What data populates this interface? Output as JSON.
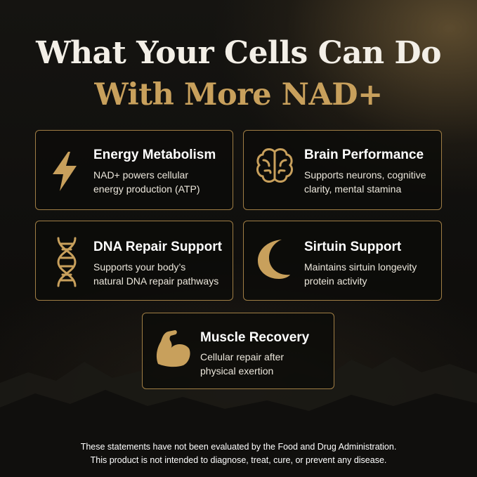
{
  "heading": {
    "line1": "What Your Cells Can Do",
    "line2": "With More NAD+"
  },
  "colors": {
    "gold": "#c8a05c",
    "border": "#a07e45",
    "text": "#ffffff"
  },
  "cards": [
    {
      "title": "Energy Metabolism",
      "line1": "NAD+ powers cellular",
      "line2": "energy production (ATP)",
      "icon": "lightning-bolt-icon"
    },
    {
      "title": "Brain Performance",
      "line1": "Supports neurons, cognitive",
      "line2": "clarity, mental stamina",
      "icon": "brain-icon"
    },
    {
      "title": "DNA Repair Support",
      "line1": "Supports your body’s",
      "line2": "natural DNA repair pathways",
      "icon": "dna-helix-icon"
    },
    {
      "title": "Sirtuin Support",
      "line1": "Maintains sirtuin longevity",
      "line2": "protein activity",
      "icon": "crescent-moon-icon"
    },
    {
      "title": "Muscle Recovery",
      "line1": "Cellular repair after",
      "line2": "physical exertion",
      "icon": "flexed-arm-icon"
    }
  ],
  "disclaimer": {
    "line1": "These statements have not been evaluated by the Food and Drug Administration.",
    "line2": "This product is not intended to diagnose, treat, cure, or prevent any disease."
  }
}
